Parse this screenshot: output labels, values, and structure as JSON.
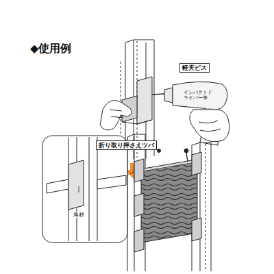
{
  "diagram": {
    "title": "◆使用例",
    "labels": [
      "軽天ビス",
      "インパクトドライバー等",
      "折り取り押さえツバ",
      "角材"
    ]
  }
}
